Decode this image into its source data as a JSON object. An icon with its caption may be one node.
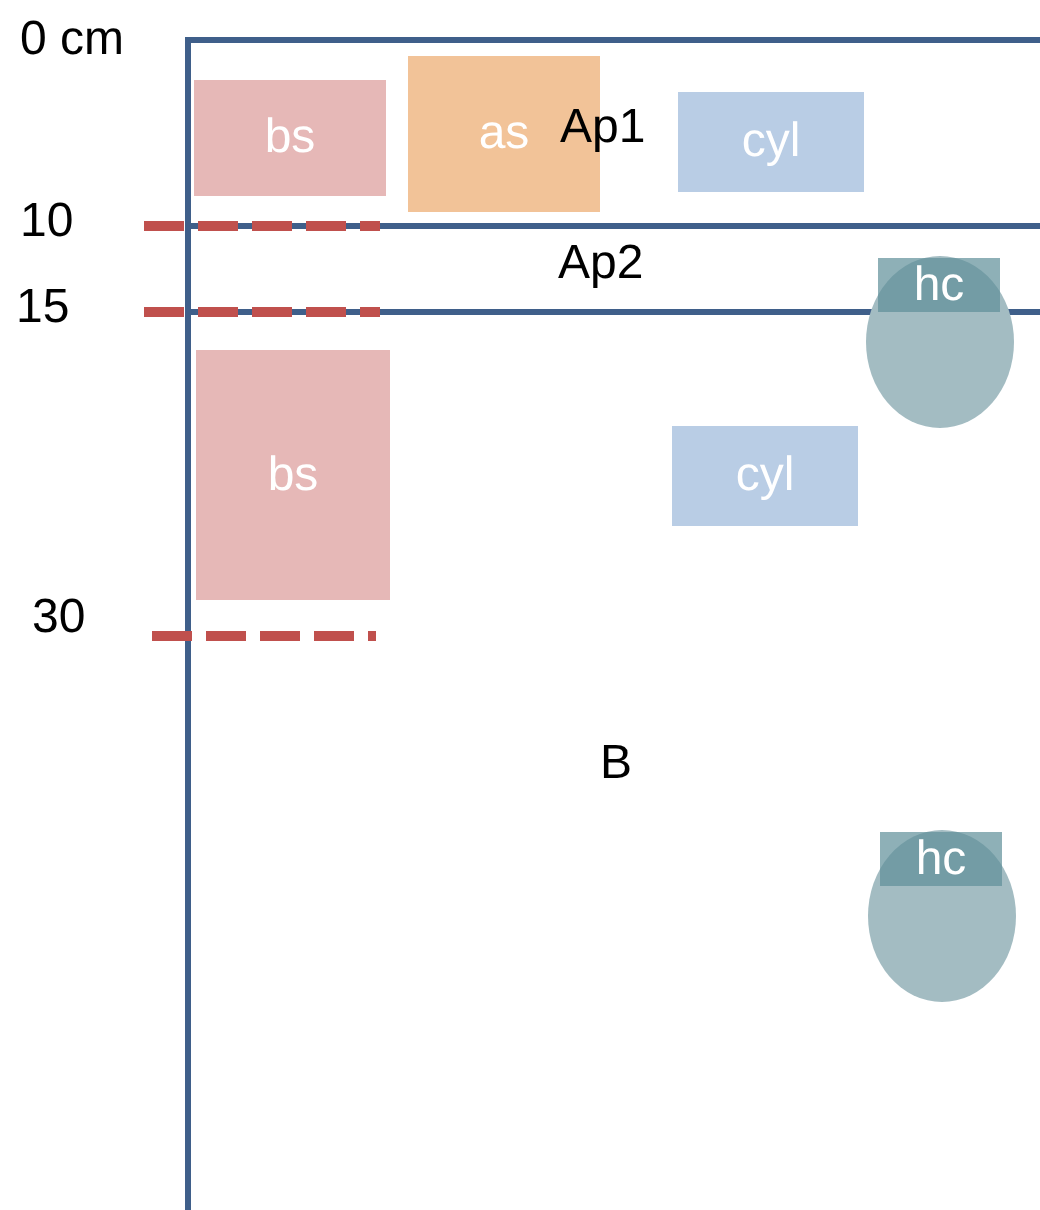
{
  "diagram": {
    "nodes": [
      {
        "text": [
          "bs"
        ]
      },
      {
        "text": [
          "as"
        ]
      },
      {
        "text": [
          "cyl"
        ]
      },
      {
        "text": [
          "hc"
        ]
      },
      {
        "text": [
          "bs"
        ]
      },
      {
        "text": [
          "cyl"
        ]
      },
      {
        "text": [
          "hc"
        ]
      }
    ],
    "labels": [
      "0 cm",
      "Ap1",
      "10",
      "Ap2",
      "15",
      "30",
      "B"
    ]
  }
}
